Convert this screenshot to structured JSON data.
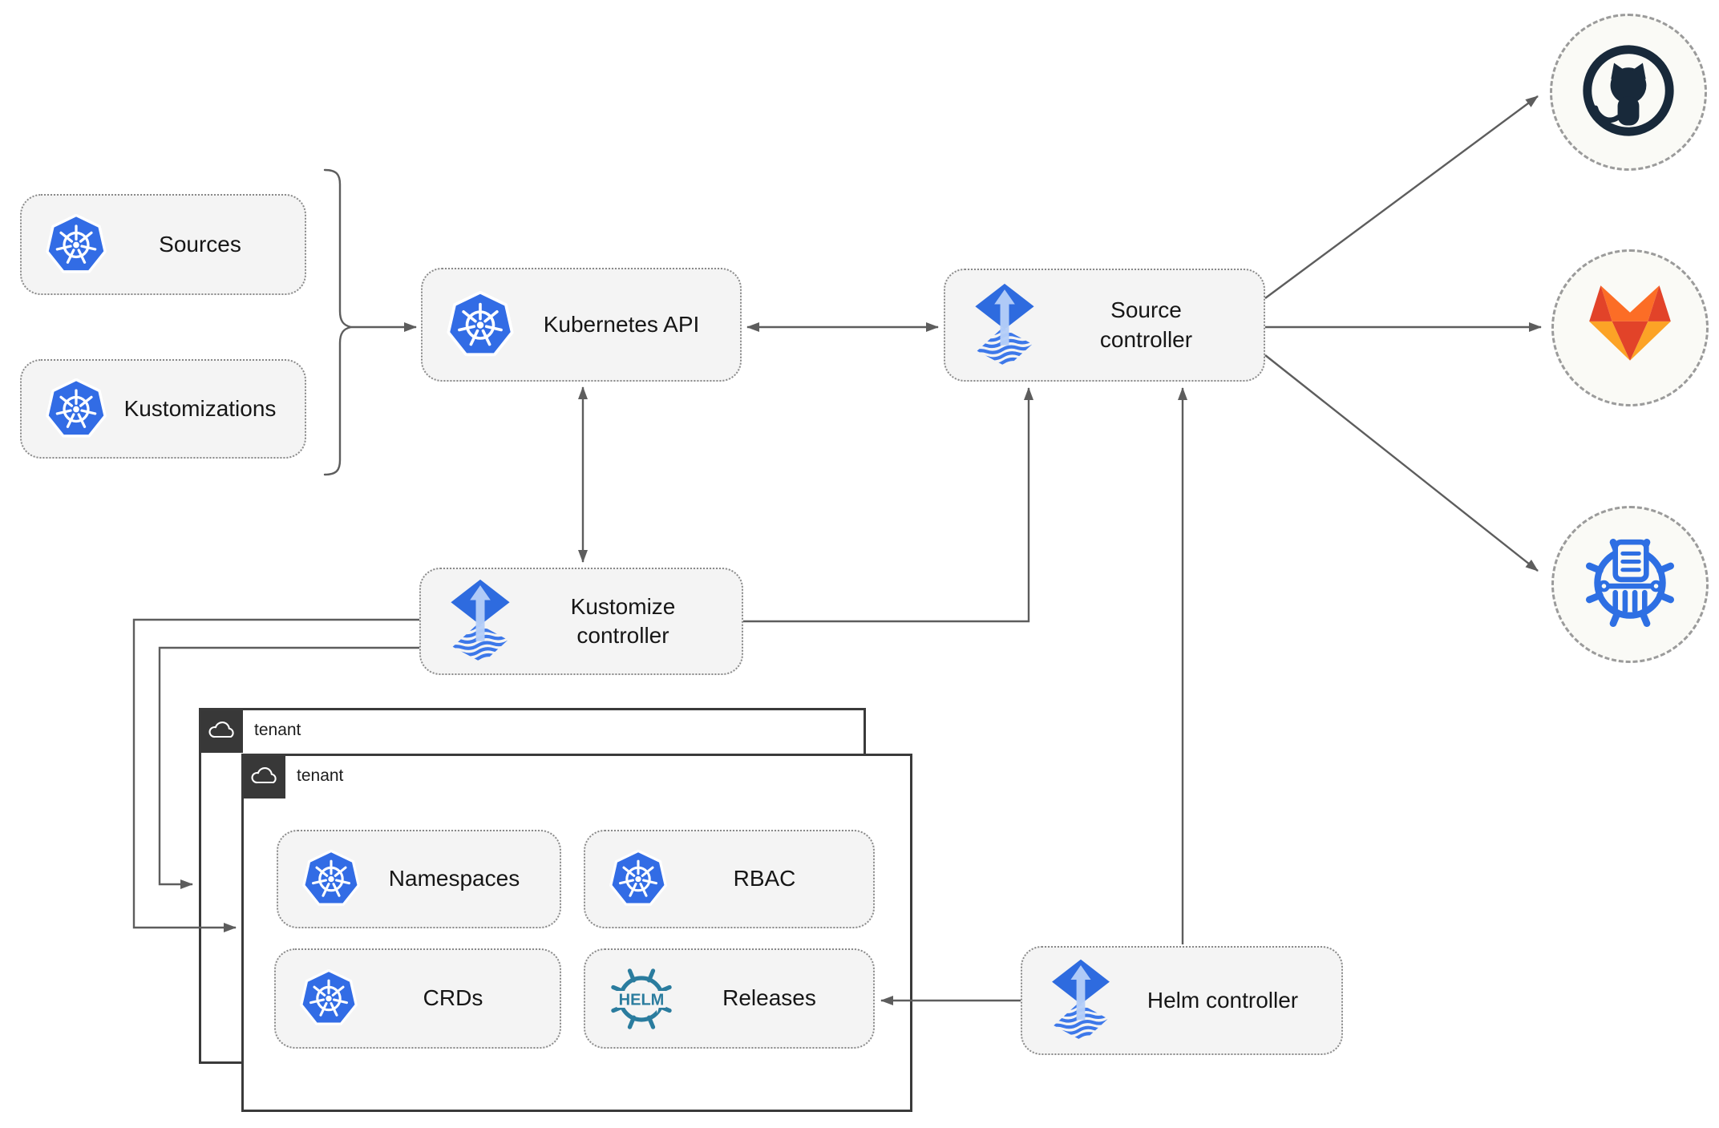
{
  "diagram": {
    "kind": "flux-gitops-architecture",
    "nodes": {
      "sources": {
        "label": "Sources",
        "icon": "kubernetes"
      },
      "kustomizations": {
        "label": "Kustomizations",
        "icon": "kubernetes"
      },
      "kubernetes_api": {
        "label": "Kubernetes API",
        "icon": "kubernetes"
      },
      "source_controller": {
        "label": "Source controller",
        "icon": "flux"
      },
      "kustomize_controller": {
        "label": "Kustomize controller",
        "icon": "flux"
      },
      "helm_controller": {
        "label": "Helm controller",
        "icon": "flux"
      },
      "namespaces": {
        "label": "Namespaces",
        "icon": "kubernetes"
      },
      "rbac": {
        "label": "RBAC",
        "icon": "kubernetes"
      },
      "crds": {
        "label": "CRDs",
        "icon": "kubernetes"
      },
      "releases": {
        "label": "Releases",
        "icon": "helm-wheel"
      }
    },
    "groups": {
      "tenant_back": {
        "label": "tenant",
        "icon": "cloud"
      },
      "tenant_front": {
        "label": "tenant",
        "icon": "cloud"
      }
    },
    "external_targets": {
      "github": {
        "name": "github"
      },
      "gitlab": {
        "name": "gitlab"
      },
      "helm_repository": {
        "name": "helm-chart-repository"
      }
    },
    "icon_text": {
      "helm_wheel": "HELM"
    },
    "edges": [
      {
        "from": "sources-kustomizations-brace",
        "to": "kubernetes_api",
        "arrow": "end"
      },
      {
        "from": "kubernetes_api",
        "to": "source_controller",
        "arrow": "both"
      },
      {
        "from": "kubernetes_api",
        "to": "kustomize_controller",
        "arrow": "both"
      },
      {
        "from": "kustomize_controller",
        "to": "source_controller",
        "arrow": "end"
      },
      {
        "from": "helm_controller",
        "to": "source_controller",
        "arrow": "end"
      },
      {
        "from": "helm_controller",
        "to": "releases",
        "arrow": "end"
      },
      {
        "from": "kustomize_controller",
        "to": "tenant_front",
        "arrow": "end"
      },
      {
        "from": "kustomize_controller",
        "to": "tenant_back",
        "arrow": "end"
      },
      {
        "from": "source_controller",
        "to": "github",
        "arrow": "end"
      },
      {
        "from": "source_controller",
        "to": "gitlab",
        "arrow": "end"
      },
      {
        "from": "source_controller",
        "to": "helm_repository",
        "arrow": "end"
      }
    ],
    "colors": {
      "kubernetes_blue": "#326CE5",
      "flux_blue": "#2E6BDF",
      "flux_stripe_blue": "#3D78E9",
      "flux_arrow_light": "#B5CEF8",
      "helm_teal": "#2A7C9E",
      "chartmuseum_blue": "#2E6FE3",
      "github_dark": "#18293A",
      "gitlab_red": "#E24329",
      "gitlab_orange": "#FC6D26",
      "gitlab_yellow": "#FCA326",
      "edge_gray": "#5d5d5d",
      "node_fill": "#f4f4f4",
      "tenant_dark": "#3a3a3a"
    }
  }
}
